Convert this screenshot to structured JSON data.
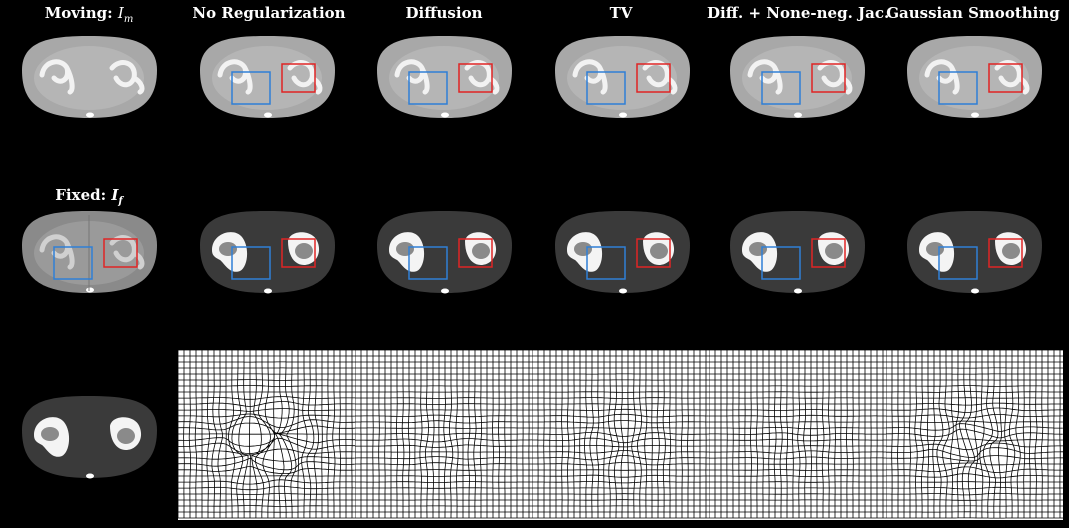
{
  "columns": [
    {
      "title_main": "Moving: ",
      "title_sym": "I",
      "title_sub": "m"
    },
    {
      "title_main": "No Regularization"
    },
    {
      "title_main": "Diffusion"
    },
    {
      "title_main": "TV"
    },
    {
      "title_main": "Diff. + None-neg. Jac."
    },
    {
      "title_main": "Gaussian Smoothing"
    }
  ],
  "fixed_row": {
    "label_main": "Fixed: ",
    "label_sym": "I",
    "label_sub": "f"
  },
  "colors": {
    "background": "#000000",
    "roi_blue": "#2f7fd6",
    "roi_red": "#e02424",
    "ct_body": "#a8a8a8",
    "seg_body": "#3a3a3a",
    "grid_line": "#000000",
    "grid_bg": "#ffffff"
  }
}
